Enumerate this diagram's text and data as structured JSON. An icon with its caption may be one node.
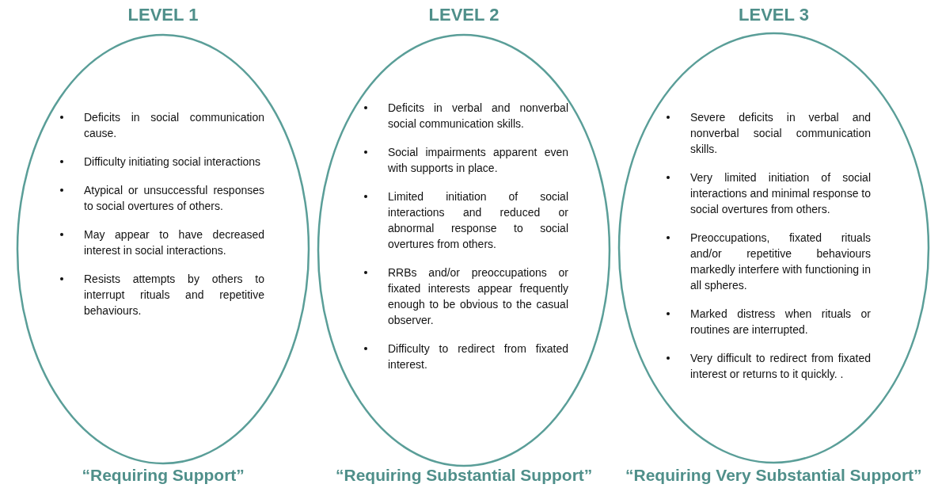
{
  "diagram": {
    "nodes": [
      {
        "text": [
          "LEVEL 1",
          "Deficits in social communication cause.",
          "Difficulty initiating social interactions",
          "Atypical or unsuccessful responses to social overtures of others.",
          "May appear to have decreased interest in social interactions.",
          "Resists attempts by others to interrupt rituals and repetitive behaviours."
        ],
        "beside": [
          "“Requiring Support”"
        ]
      },
      {
        "text": [
          "LEVEL 2",
          "Deficits in verbal and nonverbal social communication skills.",
          "Social impairments apparent even with supports in place.",
          "Limited initiation of social interactions and reduced or abnormal response to social overtures from others.",
          "RRBs and/or preoccupations or fixated interests appear frequently enough to be obvious to the casual observer.",
          "Difficulty to redirect from fixated interest."
        ],
        "beside": [
          "“Requiring Substantial Support”"
        ]
      },
      {
        "text": [
          "LEVEL 3",
          "Severe deficits in verbal and nonverbal social communication skills.",
          "Very limited initiation of social interactions and minimal response to social overtures from others.",
          "Preoccupations, fixated rituals and/or repetitive behaviours markedly interfere with functioning in all spheres.",
          "Marked distress when rituals or routines are interrupted.",
          "Very difficult to redirect from fixated interest or returns to it quickly. ."
        ],
        "beside": [
          "“Requiring Very Substantial Support”"
        ]
      }
    ],
    "edges": []
  }
}
